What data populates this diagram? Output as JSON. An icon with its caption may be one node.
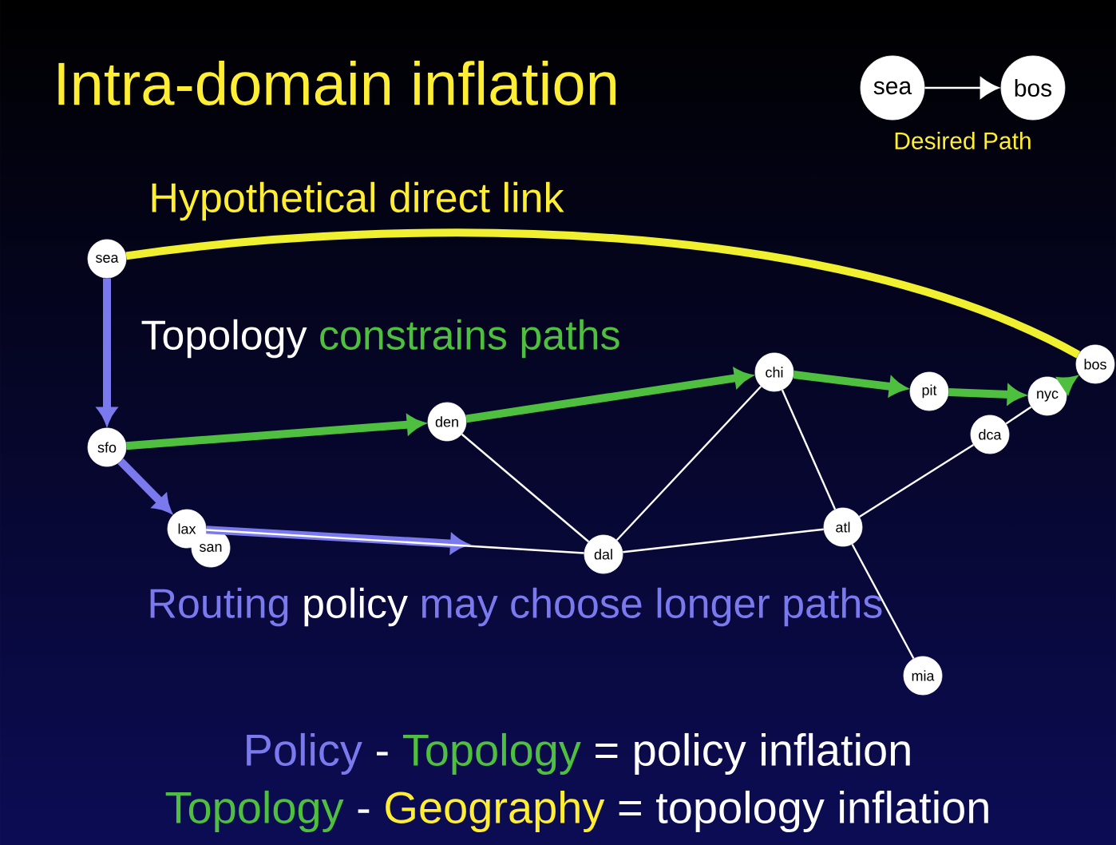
{
  "diagram": {
    "title": "Intra-domain inflation",
    "nodes": [
      {
        "text": [
          "sea"
        ]
      },
      {
        "text": [
          "bos"
        ]
      },
      {
        "text": [
          "sea"
        ]
      },
      {
        "text": [
          "sfo"
        ]
      },
      {
        "text": [
          "den"
        ]
      },
      {
        "text": [
          "chi"
        ]
      },
      {
        "text": [
          "pit"
        ]
      },
      {
        "text": [
          "nyc"
        ]
      },
      {
        "text": [
          "bos"
        ]
      },
      {
        "text": [
          "dca"
        ]
      },
      {
        "text": [
          "lax"
        ]
      },
      {
        "text": [
          "san"
        ]
      },
      {
        "text": [
          "dal"
        ]
      },
      {
        "text": [
          "atl"
        ]
      },
      {
        "text": [
          "mia"
        ]
      }
    ],
    "edges": [
      {
        "from": 0,
        "to": 1,
        "arrow": "to"
      },
      {
        "from": 2,
        "to": 8,
        "arrow": "none",
        "style": "thick",
        "color": "#f0f030"
      },
      {
        "from": 2,
        "to": 3,
        "arrow": "to",
        "style": "thick",
        "color": "#7a7aee"
      },
      {
        "from": 3,
        "to": 4,
        "arrow": "to",
        "style": "thick",
        "color": "#4fbf3f"
      },
      {
        "from": 4,
        "to": 5,
        "arrow": "to",
        "style": "thick",
        "color": "#4fbf3f"
      },
      {
        "from": 5,
        "to": 6,
        "arrow": "to",
        "style": "thick",
        "color": "#4fbf3f"
      },
      {
        "from": 6,
        "to": 7,
        "arrow": "to",
        "style": "thick",
        "color": "#4fbf3f"
      },
      {
        "from": 7,
        "to": 8,
        "arrow": "to",
        "style": "thick",
        "color": "#4fbf3f"
      },
      {
        "from": 3,
        "to": 10,
        "arrow": "to",
        "style": "thick",
        "color": "#7a7aee"
      },
      {
        "from": 10,
        "to": null,
        "arrow": "to",
        "style": "thick",
        "color": "#7a7aee"
      },
      {
        "from": 10,
        "to": 12,
        "arrow": "none"
      },
      {
        "from": 4,
        "to": 12,
        "arrow": "none"
      },
      {
        "from": 12,
        "to": 5,
        "arrow": "none"
      },
      {
        "from": 5,
        "to": 13,
        "arrow": "none"
      },
      {
        "from": 12,
        "to": 13,
        "arrow": "none"
      },
      {
        "from": 13,
        "to": 9,
        "arrow": "none"
      },
      {
        "from": 9,
        "to": 7,
        "arrow": "none"
      },
      {
        "from": 13,
        "to": 14,
        "arrow": "none"
      }
    ],
    "labels": [
      "Desired Path",
      "Hypothetical direct link",
      "Topology",
      "constrains paths",
      "Routing",
      "policy",
      "may choose longer paths",
      "Policy",
      "-",
      "Topology",
      "= policy inflation",
      "Topology",
      "-",
      "Geography",
      "= topology inflation"
    ]
  }
}
